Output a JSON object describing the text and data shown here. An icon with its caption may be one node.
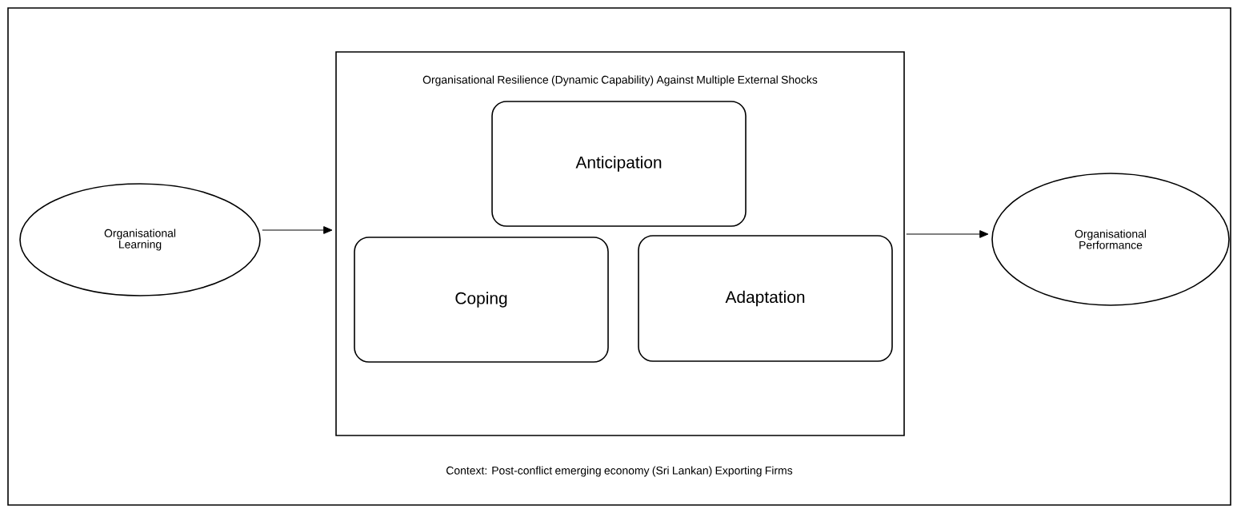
{
  "diagram": {
    "nodes": [
      {
        "text": [
          "Context: Post-conflict emerging economy (Sri Lankan) Exporting Firms"
        ]
      },
      {
        "text": [
          "Organisational Learning"
        ],
        "in": 0
      },
      {
        "text": [
          "Organisational Resilience (Dynamic Capability) Against Multiple External Shocks"
        ],
        "in": 0
      },
      {
        "text": [
          "Anticipation"
        ],
        "in": 2
      },
      {
        "text": [
          "Coping"
        ],
        "in": 2
      },
      {
        "text": [
          "Adaptation"
        ],
        "in": 2
      },
      {
        "text": [
          "Organisational Performance"
        ],
        "in": 0
      }
    ],
    "edges": [
      {
        "from": 1,
        "to": 2,
        "arrow": "to"
      },
      {
        "from": 2,
        "to": 6,
        "arrow": "to"
      }
    ]
  }
}
